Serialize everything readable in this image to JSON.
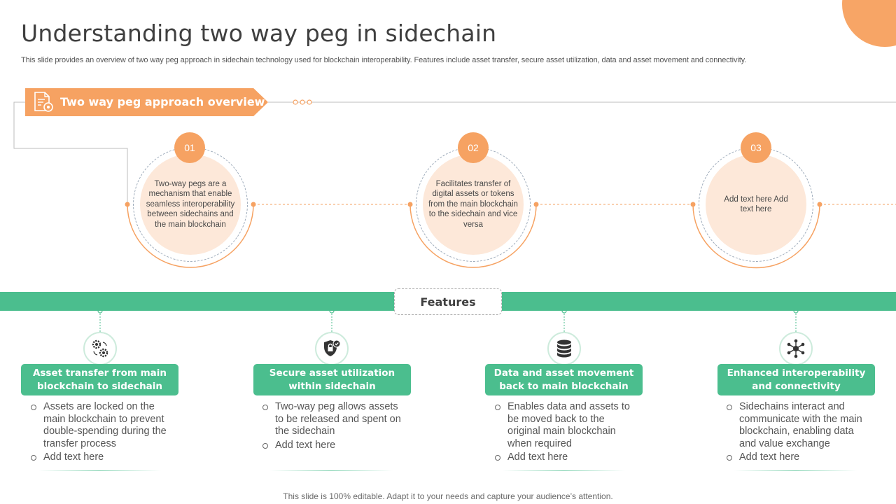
{
  "title": "Understanding two way peg in sidechain",
  "subtitle": "This slide provides an overview of two way peg approach in sidechain technology used for blockchain interoperability. Features include asset transfer, secure asset utilization, data and asset movement and connectivity.",
  "banner": {
    "label": "Two way peg approach overview",
    "icon": "document-gear-icon"
  },
  "steps": [
    {
      "number": "01",
      "text": "Two-way pegs are a mechanism that enable seamless interoperability between sidechains and the main blockchain"
    },
    {
      "number": "02",
      "text": "Facilitates transfer of digital assets or tokens from the main blockchain to the sidechain and vice versa"
    },
    {
      "number": "03",
      "text": "Add text here Add text here"
    }
  ],
  "features_label": "Features",
  "features": [
    {
      "icon": "gears-icon",
      "title": "Asset transfer from main blockchain to sidechain",
      "bullets": [
        "Assets are locked on the main blockchain to prevent double-spending during the transfer process",
        "Add text here"
      ]
    },
    {
      "icon": "shield-lock-icon",
      "title": "Secure asset utilization within sidechain",
      "bullets": [
        "Two-way peg allows assets to be released and spent on the sidechain",
        "Add text here"
      ]
    },
    {
      "icon": "database-icon",
      "title": "Data and asset movement back to main blockchain",
      "bullets": [
        "Enables data and assets to be moved back to the original main blockchain when required",
        "Add text here"
      ]
    },
    {
      "icon": "network-icon",
      "title": "Enhanced interoperability and connectivity",
      "bullets": [
        "Sidechains interact and communicate with the main blockchain, enabling data and value exchange",
        "Add text here"
      ]
    }
  ],
  "footer": "This slide is 100% editable. Adapt it to your needs and capture your audience’s attention.",
  "colors": {
    "orange": "#F6A262",
    "peach": "#FDE8D9",
    "green": "#4BBE8E",
    "text": "#404040"
  }
}
